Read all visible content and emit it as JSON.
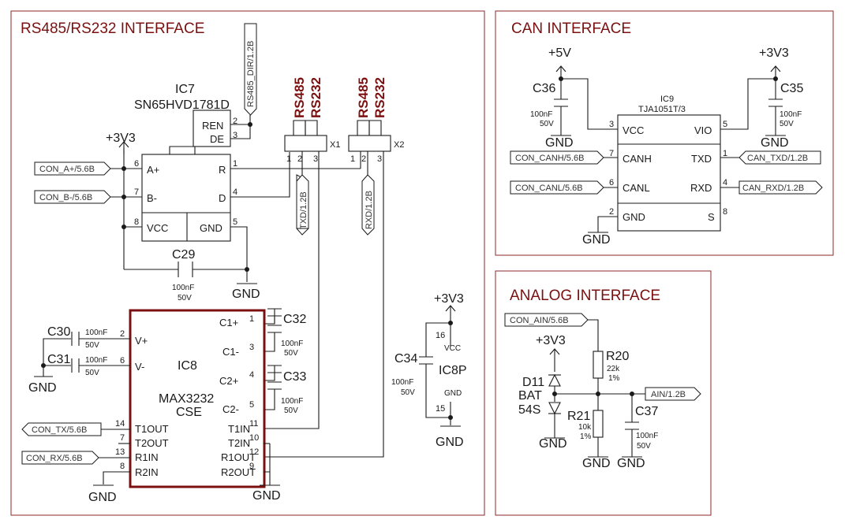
{
  "sections": {
    "rs": "RS485/RS232 INTERFACE",
    "can": "CAN INTERFACE",
    "analog": "ANALOG INTERFACE"
  },
  "ic7": {
    "ref": "IC7",
    "part": "SN65HVD1781D",
    "pins": {
      "a": "A+",
      "b": "B-",
      "vcc": "VCC",
      "gnd": "GND",
      "r": "R",
      "d": "D",
      "ren": "REN",
      "de": "DE"
    },
    "nums": {
      "p2": "2",
      "p3": "3",
      "p6": "6",
      "p7": "7",
      "p8": "8",
      "p5": "5",
      "p1": "1",
      "p4": "4"
    }
  },
  "ic8": {
    "ref": "IC8",
    "part1": "MAX3232",
    "part2": "CSE",
    "pins": {
      "vp": "V+",
      "vm": "V-",
      "c1p": "C1+",
      "c1m": "C1-",
      "c2p": "C2+",
      "c2m": "C2-",
      "t1out": "T1OUT",
      "t2out": "T2OUT",
      "r1in": "R1IN",
      "r2in": "R2IN",
      "t1in": "T1IN",
      "t2in": "T2IN",
      "r1out": "R1OUT",
      "r2out": "R2OUT"
    },
    "nums": {
      "p2": "2",
      "p6": "6",
      "p1": "1",
      "p3": "3",
      "p4": "4",
      "p5": "5",
      "p14": "14",
      "p7": "7",
      "p13": "13",
      "p8": "8",
      "p11": "11",
      "p10": "10",
      "p12": "12",
      "p9": "9"
    }
  },
  "ic8p": {
    "ref": "IC8P",
    "vcc": "VCC",
    "gnd": "GND",
    "p16": "16",
    "p15": "15"
  },
  "ic9": {
    "ref": "IC9",
    "part": "TJA1051T/3",
    "pins": {
      "vcc": "VCC",
      "canh": "CANH",
      "canl": "CANL",
      "gnd": "GND",
      "vio": "VIO",
      "txd": "TXD",
      "rxd": "RXD",
      "s": "S"
    },
    "nums": {
      "p3": "3",
      "p7": "7",
      "p6": "6",
      "p2": "2",
      "p5": "5",
      "p1": "1",
      "p4": "4",
      "p8": "8"
    }
  },
  "x1": {
    "ref": "X1",
    "n1": "1",
    "n2": "2",
    "n3": "3",
    "opt1": "RS485",
    "opt2": "RS232"
  },
  "x2": {
    "ref": "X2",
    "n1": "1",
    "n2": "2",
    "n3": "3",
    "opt1": "RS485",
    "opt2": "RS232"
  },
  "caps": {
    "c29": {
      "ref": "C29",
      "val": "100nF",
      "volt": "50V"
    },
    "c30": {
      "ref": "C30",
      "val": "100nF",
      "volt": "50V"
    },
    "c31": {
      "ref": "C31",
      "val": "100nF",
      "volt": "50V"
    },
    "c32": {
      "ref": "C32",
      "val": "100nF",
      "volt": "50V"
    },
    "c33": {
      "ref": "C33",
      "val": "100nF",
      "volt": "50V"
    },
    "c34": {
      "ref": "C34",
      "val": "100nF",
      "volt": "50V"
    },
    "c35": {
      "ref": "C35",
      "val": "100nF",
      "volt": "50V"
    },
    "c36": {
      "ref": "C36",
      "val": "100nF",
      "volt": "50V"
    },
    "c37": {
      "ref": "C37",
      "val": "100nF",
      "volt": "50V"
    }
  },
  "resistors": {
    "r20": {
      "ref": "R20",
      "val": "22k",
      "tol": "1%"
    },
    "r21": {
      "ref": "R21",
      "val": "10k",
      "tol": "1%"
    }
  },
  "diode": {
    "ref": "D11",
    "part1": "BAT",
    "part2": "54S"
  },
  "power": {
    "v33": "+3V3",
    "v5": "+5V",
    "gnd": "GND"
  },
  "nets": {
    "rs485_dir": "RS485_DIR/1.2B",
    "con_a": "CON_A+/5.6B",
    "con_b": "CON_B-/5.6B",
    "txd": "TXD/1.2B",
    "rxd": "RXD/1.2B",
    "con_tx": "CON_TX/5.6B",
    "con_rx": "CON_RX/5.6B",
    "con_canh": "CON_CANH/5.6B",
    "con_canl": "CON_CANL/5.6B",
    "can_txd": "CAN_TXD/1.2B",
    "can_rxd": "CAN_RXD/1.2B",
    "con_ain": "CON_AIN/5.6B",
    "ain": "AIN/1.2B"
  }
}
